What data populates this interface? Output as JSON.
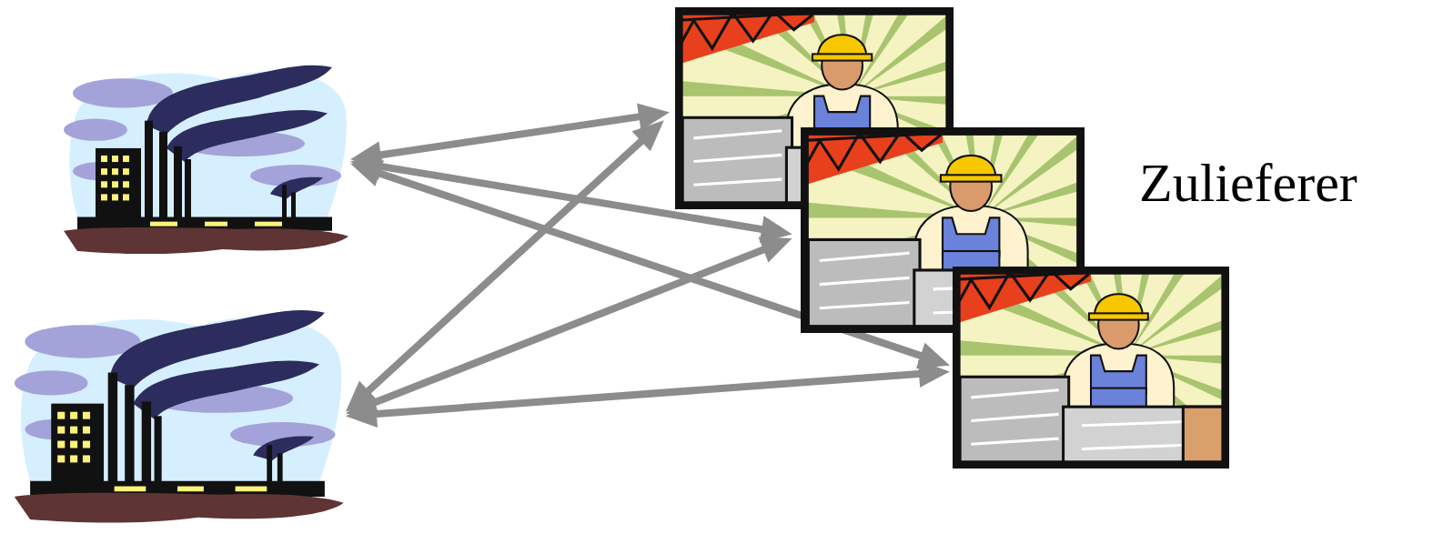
{
  "diagram": {
    "nodes": [
      {
        "text": []
      },
      {
        "text": []
      },
      {
        "text": []
      },
      {
        "text": []
      },
      {
        "text": []
      }
    ],
    "edges": [
      {
        "from": 0,
        "to": 2,
        "arrow": "both"
      },
      {
        "from": 0,
        "to": 3,
        "arrow": "both"
      },
      {
        "from": 0,
        "to": 4,
        "arrow": "both"
      },
      {
        "from": 1,
        "to": 2,
        "arrow": "both"
      },
      {
        "from": 1,
        "to": 3,
        "arrow": "both"
      },
      {
        "from": 1,
        "to": 4,
        "arrow": "both"
      }
    ],
    "labels": [
      "Zulieferer"
    ]
  }
}
